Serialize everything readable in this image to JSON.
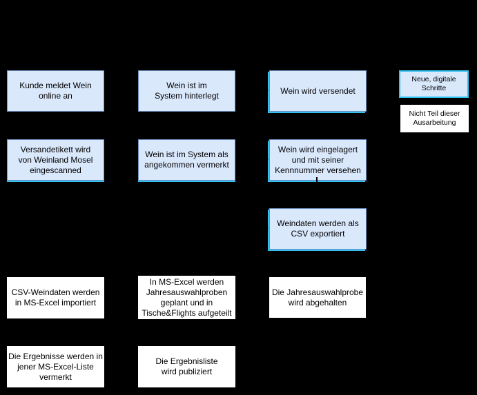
{
  "diagram": {
    "type": "flowchart",
    "background": "#000000",
    "colors": {
      "background": "#000000",
      "box_fill": "#dae8fc",
      "box_border": "#6c8ebf",
      "highlight": "#33c1f1",
      "white_fill": "#ffffff",
      "text": "#000000"
    },
    "nodes": [
      {
        "id": "kunde-meldet-wein-online-an",
        "label": "Kunde meldet Wein\nonline an",
        "kind": "digital"
      },
      {
        "id": "wein-im-system-hinterlegt",
        "label": "Wein ist im\nSystem hinterlegt",
        "kind": "digital"
      },
      {
        "id": "wein-wird-versendet",
        "label": "Wein wird versendet",
        "kind": "digital-new"
      },
      {
        "id": "versandetikett-eingescanned",
        "label": "Versandetikett wird\nvon Weinland Mosel\neingescanned",
        "kind": "digital-new"
      },
      {
        "id": "wein-angekommen-vermerkt",
        "label": "Wein ist im System als\nangekommen vermerkt",
        "kind": "digital-new"
      },
      {
        "id": "wein-eingelagert-kennnummer",
        "label": "Wein wird eingelagert\nund mit seiner\nKennnummer versehen",
        "kind": "digital-new"
      },
      {
        "id": "weindaten-csv-exportiert",
        "label": "Weindaten werden als\nCSV exportiert",
        "kind": "digital-new"
      },
      {
        "id": "csv-weindaten-importiert",
        "label": "CSV-Weindaten werden\nin MS-Excel importiert",
        "kind": "manual"
      },
      {
        "id": "jahresauswahlproben-geplant",
        "label": "In MS-Excel werden\nJahresauswahlproben\ngeplant und in\nTische&Flights aufgeteilt",
        "kind": "manual"
      },
      {
        "id": "jahresauswahlprobe-abgehalten",
        "label": "Die Jahresauswahlprobe\nwird abgehalten",
        "kind": "manual"
      },
      {
        "id": "ergebnisse-in-excel-vermerkt",
        "label": "Die Ergebnisse werden in\njener MS-Excel-Liste\nvermerkt",
        "kind": "manual"
      },
      {
        "id": "ergebnisliste-publiziert",
        "label": "Die Ergebnisliste\nwird publiziert",
        "kind": "manual"
      }
    ],
    "legend": [
      {
        "id": "neue-digitale-schritte",
        "label": "Neue, digitale Schritte"
      },
      {
        "id": "nicht-teil-ausarbeitung",
        "label": "Nicht Teil dieser\nAusarbeitung"
      }
    ]
  }
}
